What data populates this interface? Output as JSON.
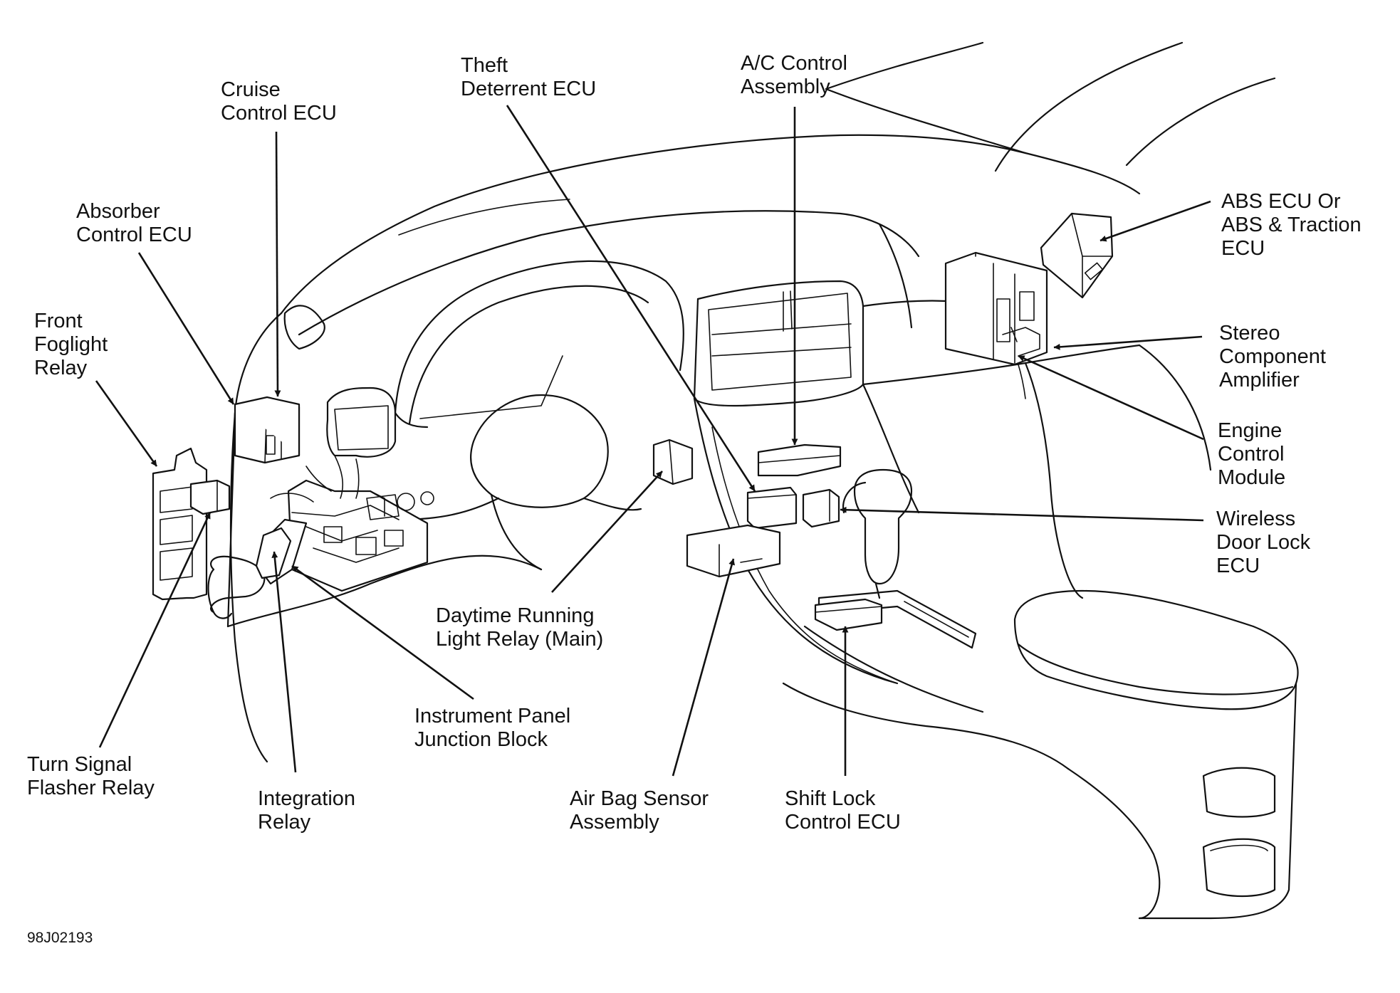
{
  "labels": {
    "cruise_control_ecu": [
      "Cruise",
      "Control ECU"
    ],
    "theft_deterrent_ecu": [
      "Theft",
      "Deterrent ECU"
    ],
    "ac_control_assembly": [
      "A/C Control",
      "Assembly"
    ],
    "absorber_control_ecu": [
      "Absorber",
      "Control ECU"
    ],
    "front_foglight_relay": [
      "Front",
      "Foglight",
      "Relay"
    ],
    "abs_ecu": [
      "ABS ECU Or",
      "ABS & Traction",
      "ECU"
    ],
    "stereo_component_amplifier": [
      "Stereo",
      "Component",
      "Amplifier"
    ],
    "engine_control_module": [
      "Engine",
      "Control",
      "Module"
    ],
    "wireless_door_lock_ecu": [
      "Wireless",
      "Door Lock",
      "ECU"
    ],
    "daytime_running_light_relay": [
      "Daytime Running",
      "Light Relay (Main)"
    ],
    "instrument_panel_junction_block": [
      "Instrument Panel",
      "Junction Block"
    ],
    "turn_signal_flasher_relay": [
      "Turn Signal",
      "Flasher Relay"
    ],
    "integration_relay": [
      "Integration",
      "Relay"
    ],
    "air_bag_sensor_assembly": [
      "Air Bag Sensor",
      "Assembly"
    ],
    "shift_lock_control_ecu": [
      "Shift Lock",
      "Control ECU"
    ]
  },
  "figure_code": "98J02193"
}
